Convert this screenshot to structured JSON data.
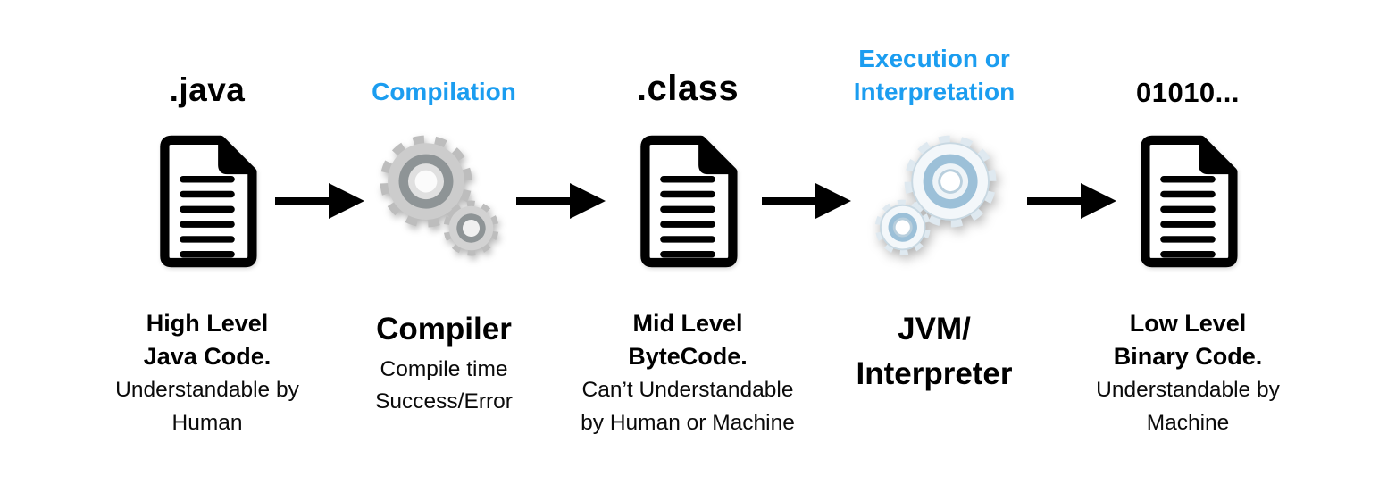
{
  "colors": {
    "accent_blue": "#1b9df0",
    "text_black": "#000000"
  },
  "stages": [
    {
      "title": ".java",
      "icon": "document-icon",
      "caption_bold": [
        "High Level",
        "Java Code."
      ],
      "caption_regular": "Understandable by Human"
    },
    {
      "title": "Compilation",
      "icon": "gears-icon",
      "caption_bold": [
        "Compiler"
      ],
      "caption_regular": "Compile time Success/Error"
    },
    {
      "title": ".class",
      "icon": "document-icon",
      "caption_bold": [
        "Mid Level",
        "ByteCode."
      ],
      "caption_regular": "Can’t Understandable by Human or Machine"
    },
    {
      "title": "Execution or Interpretation",
      "icon": "gears-icon",
      "caption_bold": [
        "JVM/",
        "Interpreter"
      ],
      "caption_regular": ""
    },
    {
      "title": "01010...",
      "icon": "document-icon",
      "caption_bold": [
        "Low Level",
        "Binary Code."
      ],
      "caption_regular": "Understandable by Machine"
    }
  ],
  "arrows": {
    "icon": "right-arrow-icon",
    "count": 4
  }
}
